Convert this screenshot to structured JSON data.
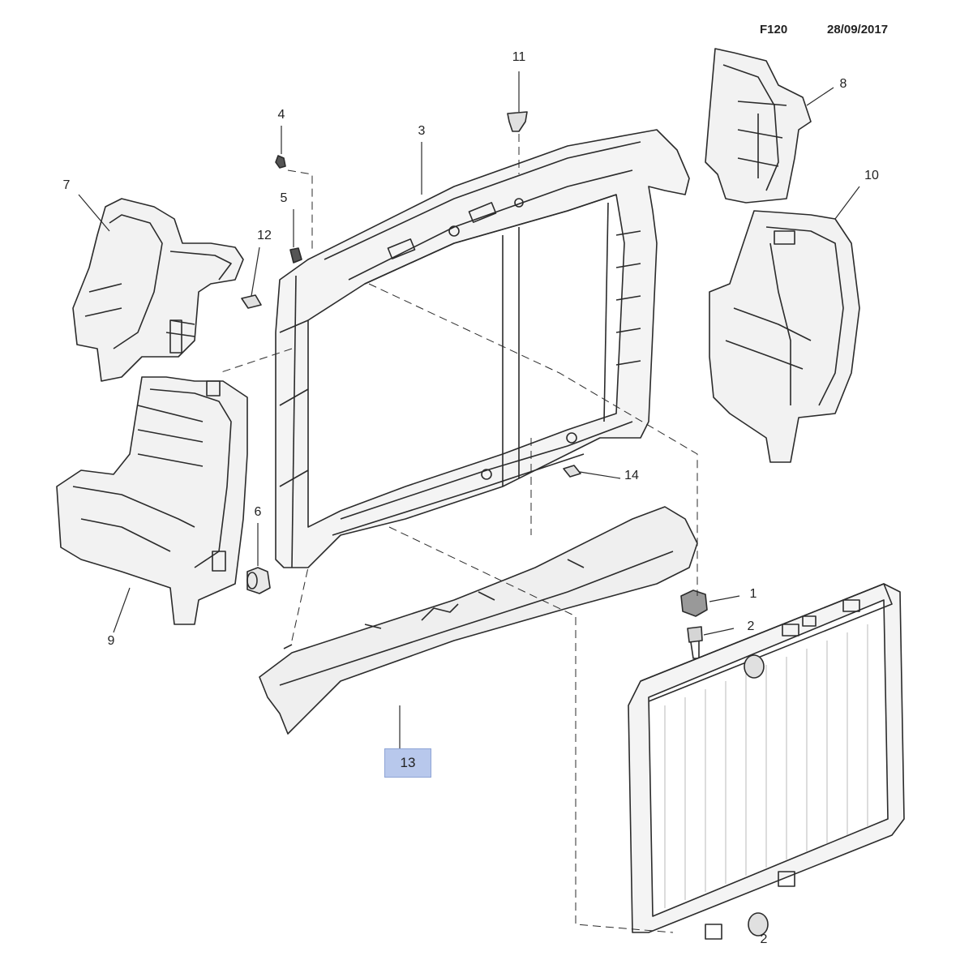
{
  "header": {
    "code": "F120",
    "date": "28/09/2017"
  },
  "callouts": {
    "p1": "1",
    "p2": "2",
    "p2b": "2",
    "p3": "3",
    "p4": "4",
    "p5": "5",
    "p6": "6",
    "p7": "7",
    "p8": "8",
    "p9": "9",
    "p10": "10",
    "p11": "11",
    "p12": "12",
    "p13": "13",
    "p14": "14"
  },
  "highlighted_part": "13",
  "colors": {
    "line": "#2b2b2b",
    "panel": "#f2f2f2",
    "highlight": "#b8c8ec"
  }
}
